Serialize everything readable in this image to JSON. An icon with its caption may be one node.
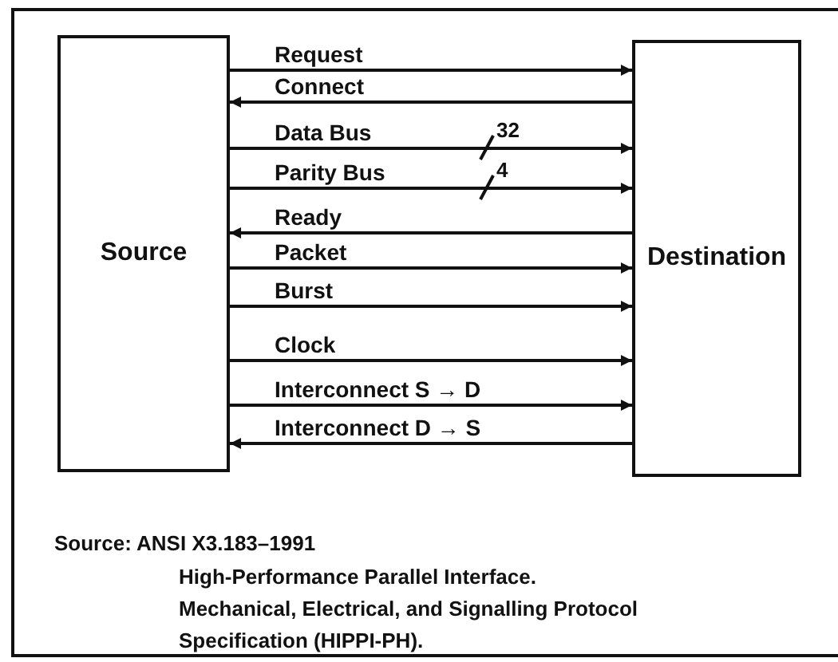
{
  "diagram": {
    "nodes": [
      {
        "text": [
          "Source"
        ]
      },
      {
        "text": [
          "Destination"
        ]
      }
    ],
    "edges": [
      {
        "from": 0,
        "to": 1,
        "arrow": "to",
        "label": "Request"
      },
      {
        "from": 1,
        "to": 0,
        "arrow": "to",
        "label": "Connect"
      },
      {
        "from": 0,
        "to": 1,
        "arrow": "to",
        "label": "Data Bus"
      },
      {
        "from": 0,
        "to": 1,
        "arrow": "to",
        "label": "Parity Bus"
      },
      {
        "from": 1,
        "to": 0,
        "arrow": "to",
        "label": "Ready"
      },
      {
        "from": 0,
        "to": 1,
        "arrow": "to",
        "label": "Packet"
      },
      {
        "from": 0,
        "to": 1,
        "arrow": "to",
        "label": "Burst"
      },
      {
        "from": 0,
        "to": 1,
        "arrow": "to",
        "label": "Clock"
      },
      {
        "from": 0,
        "to": 1,
        "arrow": "to",
        "label": "Interconnect S → D"
      },
      {
        "from": 1,
        "to": 0,
        "arrow": "to",
        "label": "Interconnect D → S"
      }
    ],
    "labels": [
      "32",
      "4",
      "Source: ANSI X3.183–1991",
      "High-Performance Parallel Interface. Mechanical, Electrical, and Signalling Protocol Specification (HIPPI-PH)."
    ]
  }
}
